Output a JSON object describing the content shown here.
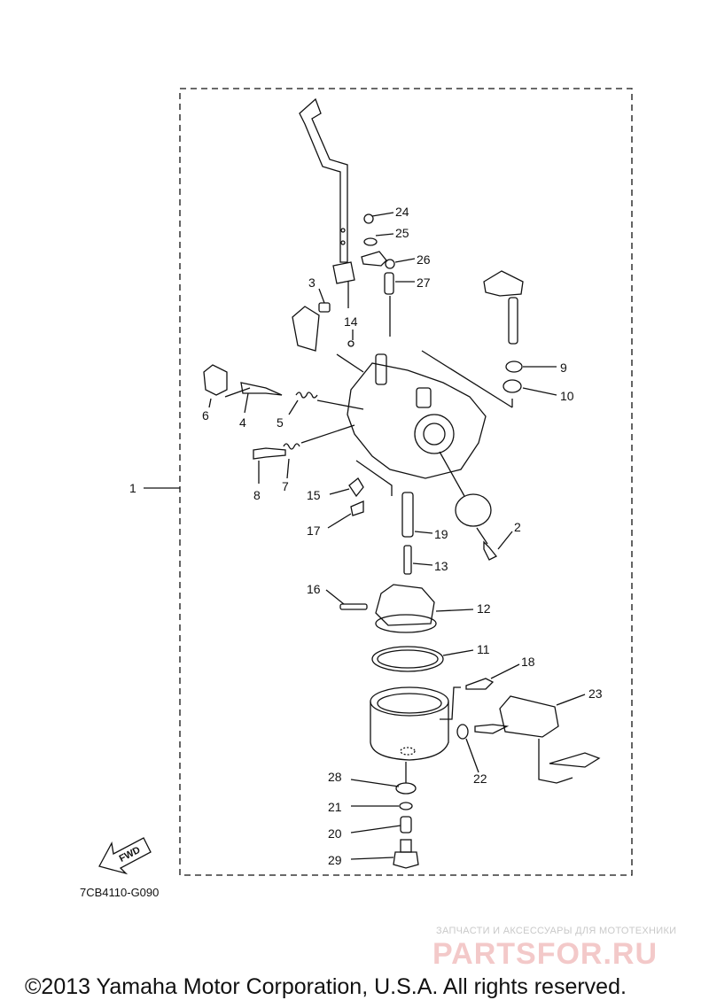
{
  "callouts": [
    {
      "id": "1",
      "text": "1"
    },
    {
      "id": "2",
      "text": "2"
    },
    {
      "id": "3",
      "text": "3"
    },
    {
      "id": "4",
      "text": "4"
    },
    {
      "id": "5",
      "text": "5"
    },
    {
      "id": "6",
      "text": "6"
    },
    {
      "id": "7",
      "text": "7"
    },
    {
      "id": "8",
      "text": "8"
    },
    {
      "id": "9",
      "text": "9"
    },
    {
      "id": "10",
      "text": "10"
    },
    {
      "id": "11",
      "text": "11"
    },
    {
      "id": "12",
      "text": "12"
    },
    {
      "id": "13",
      "text": "13"
    },
    {
      "id": "14",
      "text": "14"
    },
    {
      "id": "15",
      "text": "15"
    },
    {
      "id": "16",
      "text": "16"
    },
    {
      "id": "17",
      "text": "17"
    },
    {
      "id": "18",
      "text": "18"
    },
    {
      "id": "19",
      "text": "19"
    },
    {
      "id": "20",
      "text": "20"
    },
    {
      "id": "21",
      "text": "21"
    },
    {
      "id": "22",
      "text": "22"
    },
    {
      "id": "23",
      "text": "23"
    },
    {
      "id": "24",
      "text": "24"
    },
    {
      "id": "25",
      "text": "25"
    },
    {
      "id": "26",
      "text": "26"
    },
    {
      "id": "27",
      "text": "27"
    },
    {
      "id": "28",
      "text": "28"
    },
    {
      "id": "29",
      "text": "29"
    }
  ],
  "fwd_label": "FWD",
  "diagram_code": "7CB4110-G090",
  "watermark": {
    "tagline": "ЗАПЧАСТИ И АКСЕССУАРЫ ДЛЯ МОТОТЕХНИКИ",
    "logo": "PARTSFOR.RU"
  },
  "copyright": "©2013 Yamaha Motor Corporation, U.S.A. All rights reserved.",
  "colors": {
    "line": "#111111",
    "watermark_text": "#c9c9c9",
    "watermark_logo": "#f3c9c9"
  }
}
